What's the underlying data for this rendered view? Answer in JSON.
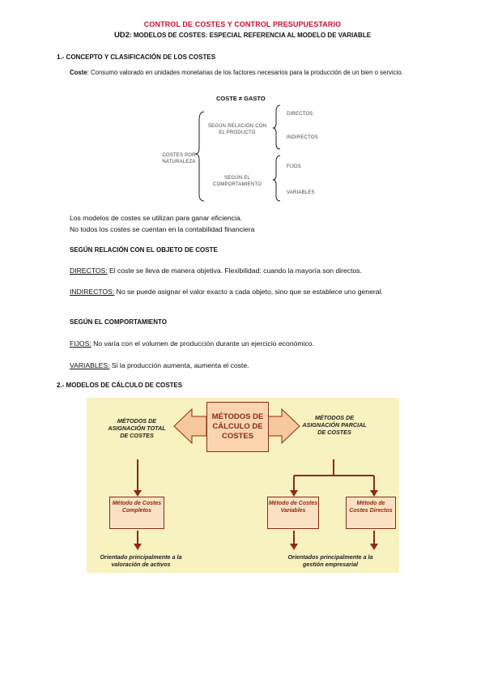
{
  "header": {
    "title": "CONTROL DE COSTES Y CONTROL PRESUPUESTARIO",
    "ud": "UD2",
    "subtitle_rest": ": MODELOS DE COSTES: ESPECIAL REFERENCIA AL MODELO DE VARIABLE"
  },
  "section1": {
    "heading": "1.- CONCEPTO Y CLASIFICACIÓN DE LOS COSTES",
    "def_term": "Coste",
    "def_text": ": Consumo valorado en unidades monetarias de los factores necesarios para la producción de un bien o servicio.",
    "tree": {
      "title": "COSTE ≠ GASTO",
      "root": "COSTES POR NATURALEZA",
      "branch1": "SEGÚN RELACIÓN CON EL PRODUCTO",
      "branch2": "SEGÚN EL COMPORTAMIENTO",
      "leaf1": "DIRECTOS",
      "leaf2": "INDIRECTOS",
      "leaf3": "FIJOS",
      "leaf4": "VARIABLES"
    },
    "line1": "Los modelos de costes se utilizan para ganar eficiencia.",
    "line2": "No todos los costes se cuentan en la contabilidad financiera"
  },
  "relacion": {
    "heading": "SEGÚN RELACIÓN CON EL OBJETO DE COSTE",
    "directos_label": "DIRECTOS:",
    "directos_text": " El coste se lleva de manera objetiva. Flexibilidad: cuando la mayoría son directos.",
    "indirectos_label": "INDIRECTOS:",
    "indirectos_text": " No se puede asignar el valor exacto a cada objeto, sino que se establece uno general."
  },
  "comportamiento": {
    "heading": "SEGÚN EL COMPORTAMIENTO",
    "fijos_label": "FIJOS:",
    "fijos_text": " No varía con el volumen de producción durante un ejercicio económico.",
    "variables_label": "VARIABLES:",
    "variables_text": " Si la producción aumenta, aumenta el coste."
  },
  "section2": {
    "heading": "2.- MODELOS DE CÁLCULO DE COSTES",
    "diagram": {
      "center": "MÉTODOS DE CÁLCULO DE COSTES",
      "left_top": "MÉTODOS DE ASIGNACIÓN TOTAL DE COSTES",
      "right_top": "MÉTODOS DE ASIGNACIÓN PARCIAL DE COSTES",
      "box_left": "Método de Costes Completos",
      "box_mid": "Método de Costes Variables",
      "box_right": "Método de Costes Directos",
      "note_left": "Orientado principalmente a la valoración de activos",
      "note_right": "Orientados principalmente a la gestión empresarial"
    }
  }
}
